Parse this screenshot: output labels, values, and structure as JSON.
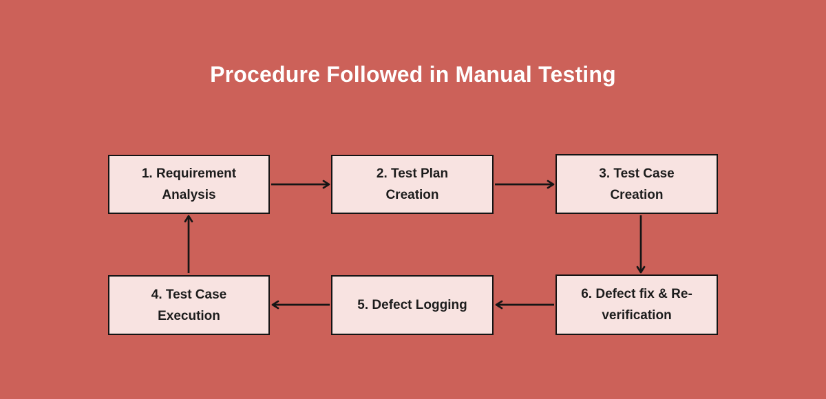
{
  "title": "Procedure Followed in Manual Testing",
  "colors": {
    "background": "#CC6159",
    "box_fill": "#F8E3E1",
    "box_border": "#141414",
    "box_text": "#1C1C1C",
    "title_text": "#FFFFFF",
    "arrow": "#151515"
  },
  "boxes": [
    {
      "id": "requirement-analysis",
      "line1": "1. Requirement",
      "line2": "Analysis"
    },
    {
      "id": "test-plan-creation",
      "line1": "2. Test Plan",
      "line2": "Creation"
    },
    {
      "id": "test-case-creation",
      "line1": "3. Test Case",
      "line2": "Creation"
    },
    {
      "id": "test-case-execution",
      "line1": "4. Test Case",
      "line2": "Execution"
    },
    {
      "id": "defect-logging",
      "line1": "5. Defect Logging"
    },
    {
      "id": "defect-fix-reverification",
      "line1": "6. Defect fix & Re-",
      "line2": "verification"
    }
  ],
  "flow": [
    "requirement-analysis -> test-plan-creation",
    "test-plan-creation -> test-case-creation",
    "test-case-creation -> defect-fix-reverification",
    "defect-fix-reverification -> defect-logging",
    "defect-logging -> test-case-execution",
    "test-case-execution -> requirement-analysis"
  ]
}
